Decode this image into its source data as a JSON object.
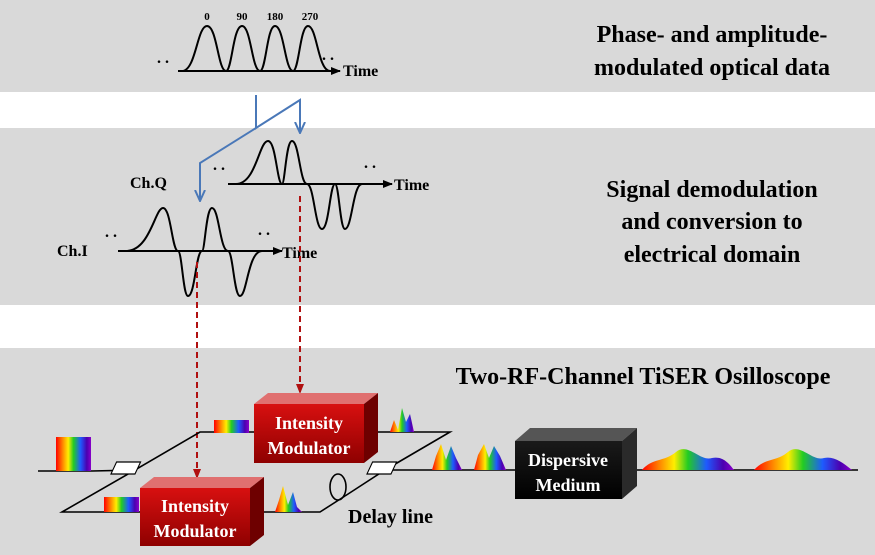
{
  "panels": {
    "top": {
      "line1": "Phase- and amplitude-",
      "line2": "modulated optical data"
    },
    "middle": {
      "line1": "Signal demodulation",
      "line2": "and conversion to",
      "line3": "electrical domain"
    },
    "bottom": {
      "title": "Two-RF-Channel TiSER Osilloscope"
    }
  },
  "optical_data": {
    "phase_labels": [
      "0",
      "90",
      "180",
      "270"
    ],
    "axis_label": "Time"
  },
  "demod": {
    "ch_q_label": "Ch.Q",
    "ch_i_label": "Ch.I",
    "axis_label": "Time"
  },
  "tiser": {
    "modulator_top": {
      "line1": "Intensity",
      "line2": "Modulator"
    },
    "modulator_bottom": {
      "line1": "Intensity",
      "line2": "Modulator"
    },
    "dispersive": {
      "line1": "Dispersive",
      "line2": "Medium"
    },
    "delay_line": "Delay line"
  },
  "ellipsis": ". .",
  "colors": {
    "panel_bg": "#d9d9d9",
    "split_arrow": "#4a78b8",
    "rf_arrow": "#b01010",
    "modulator_front": "#c00000",
    "modulator_top": "#e87070",
    "modulator_side": "#7a0000",
    "dispersive_front": "#000000",
    "dispersive_top": "#444444"
  }
}
